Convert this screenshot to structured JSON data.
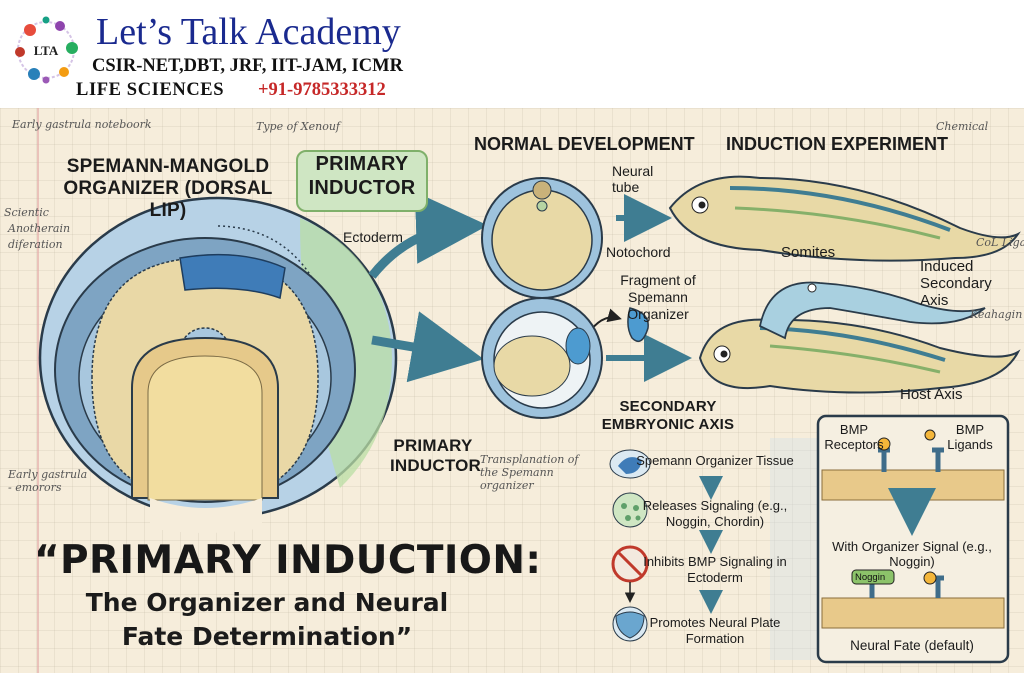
{
  "header": {
    "brand": "Let’s Talk Academy",
    "exams": "CSIR-NET,DBT, JRF, IIT-JAM, ICMR",
    "subject": "LIFE SCIENCES",
    "phone": "+91-9785333312",
    "logo_text": "LTA"
  },
  "labels": {
    "spemann_title": "SPEMANN-MANGOLD ORGANIZER (DORSAL LIP)",
    "primary_inductor_box": "PRIMARY INDUCTOR",
    "normal_development": "NORMAL DEVELOPMENT",
    "induction_experiment": "INDUCTION EXPERIMENT",
    "ectoderm": "Ectoderm",
    "neural_tube": "Neural tube",
    "notochord": "Notochord",
    "somites": "Somites",
    "fragment": "Fragment of Spemann Organizer",
    "induced_axis": "Induced Secondary Axis",
    "host_axis": "Host Axis",
    "secondary_axis": "SECONDARY EMBRYONIC AXIS",
    "primary_inductor_2": "PRIMARY INDUCTOR"
  },
  "title": {
    "headline": "“PRIMARY INDUCTION:",
    "subline1": "The Organizer and Neural",
    "subline2": "Fate Determination”"
  },
  "pathway": {
    "steps": [
      "Spemann Organizer Tissue",
      "Releases Signaling (e.g., Noggin, Chordin)",
      "Inhibits BMP Signaling in Ectoderm",
      "Promotes Neural Plate Formation"
    ]
  },
  "signaling_panel": {
    "bmp_receptors": "BMP Receptors",
    "bmp_ligands": "BMP Ligands",
    "with_signal": "With Organizer Signal (e.g., Noggin)",
    "noggin": "Noggin",
    "neural_fate": "Neural Fate (default)"
  },
  "notes": {
    "notebook": "Early gastrula noteboork",
    "type_of": "Type of Xenouf",
    "chemical": "Chemical",
    "scientific": "Scientic",
    "anotherain": "Anotherain",
    "diferation": "diferation",
    "early_gastrula": "Early gastrula - emorors",
    "transplanation": "Transplanation of the Spemann organizer",
    "col_ligands": "CoL Ligands",
    "keahagin": "Keahagin"
  },
  "colors": {
    "brand_blue": "#1a2a8f",
    "phone_red": "#c62828",
    "paper": "#f6eddb",
    "arrow_blue": "#3f7d92",
    "inductor_green": "#cfe6c3"
  }
}
